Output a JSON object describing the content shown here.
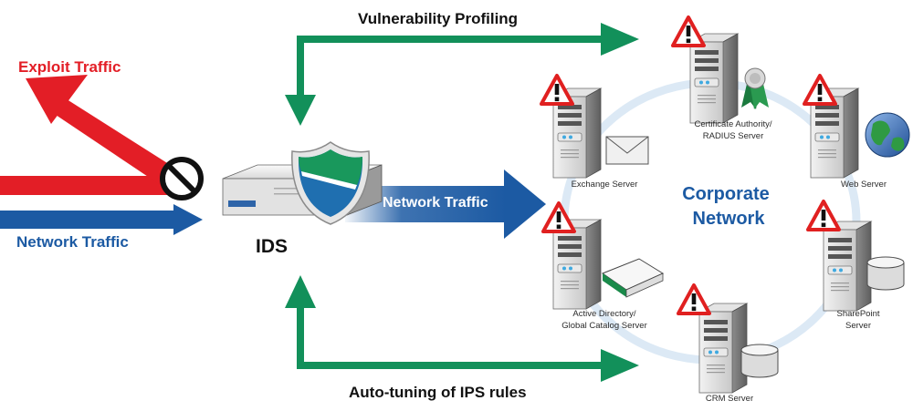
{
  "labels": {
    "exploit_traffic": "Exploit Traffic",
    "network_traffic_left": "Network Traffic",
    "ids": "IDS",
    "network_traffic_center": "Network Traffic",
    "vulnerability_profiling": "Vulnerability Profiling",
    "auto_tuning": "Auto-tuning of IPS rules",
    "corporate_network_line1": "Corporate",
    "corporate_network_line2": "Network"
  },
  "servers": {
    "exchange": "Exchange Server",
    "certificate_line1": "Certificate Authority/",
    "certificate_line2": "RADIUS Server",
    "web": "Web Server",
    "active_directory_line1": "Active Directory/",
    "active_directory_line2": "Global Catalog Server",
    "sharepoint_line1": "SharePoint",
    "sharepoint_line2": "Server",
    "crm": "CRM Server"
  },
  "colors": {
    "exploit_red": "#e31e26",
    "network_blue": "#1c5aa3",
    "feedback_green": "#12905a",
    "ring": "#dce9f5",
    "warning_red": "#e02020"
  },
  "icons": [
    "no-entry-icon",
    "shield-icon",
    "warning-icon",
    "envelope-icon",
    "ribbon-icon",
    "globe-icon",
    "database-icon",
    "book-icon"
  ]
}
